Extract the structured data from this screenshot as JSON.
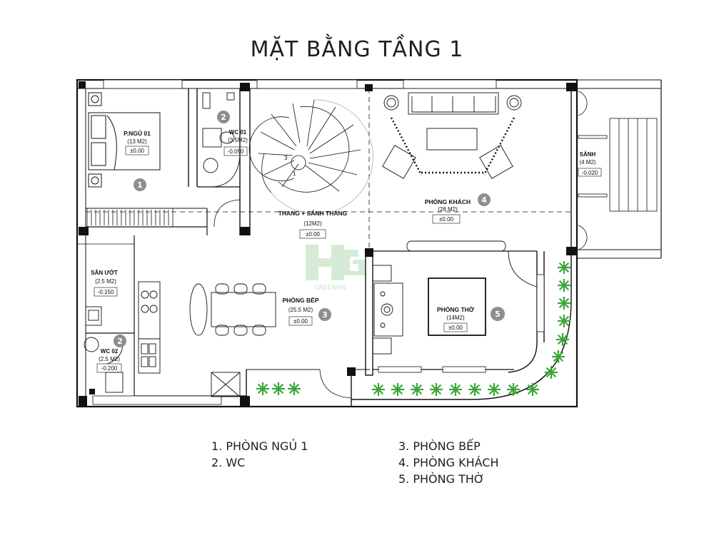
{
  "title": "MẶT BẰNG TẦNG 1",
  "watermark": "GREENHN",
  "rooms": [
    {
      "id": "ngu01",
      "label": "P.NGỦ 01",
      "area": "(13 M2)",
      "level": "±0.00"
    },
    {
      "id": "wc01",
      "label": "WC 01",
      "area": "(3.5M2)",
      "level": "-0.050"
    },
    {
      "id": "sanh",
      "label": "SẢNH",
      "area": "(4 M2)",
      "level": "-0.020"
    },
    {
      "id": "thang",
      "label": "THANG + SẢNH THANG",
      "area": "(12M2)",
      "level": "±0.00"
    },
    {
      "id": "khach",
      "label": "PHÒNG KHÁCH",
      "area": "(28 M2)",
      "level": "±0.00"
    },
    {
      "id": "sanuot",
      "label": "SÂN ƯỚT",
      "area": "(2.5 M2)",
      "level": "-0.150"
    },
    {
      "id": "bep",
      "label": "PHÒNG BẾP",
      "area": "(25.5 M2)",
      "level": "±0.00"
    },
    {
      "id": "tho",
      "label": "PHÒNG THỜ",
      "area": "(14M2)",
      "level": "±0.00"
    },
    {
      "id": "wc02",
      "label": "WC 02",
      "area": "(2.5 M2)",
      "level": "-0.200"
    }
  ],
  "markers": [
    "1",
    "2",
    "2",
    "3",
    "4",
    "5"
  ],
  "stair_steps": [
    "1",
    "3"
  ],
  "legend": {
    "col1": [
      "1. PHÒNG NGỦ 1",
      "2. WC"
    ],
    "col2": [
      "3. PHÒNG BẾP",
      "4. PHÒNG KHÁCH",
      "5. PHÒNG THỜ"
    ]
  },
  "colors": {
    "wall": "#111111",
    "marker": "#8e8e8e",
    "plant": "#3aa639",
    "watermark": "#b6dcb4"
  }
}
